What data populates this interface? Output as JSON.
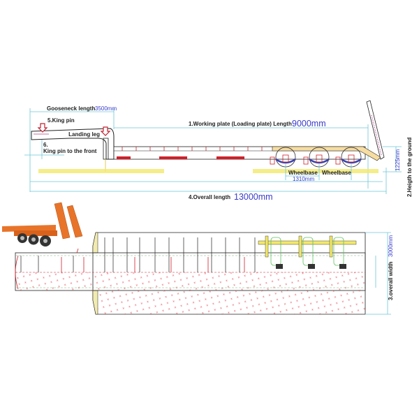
{
  "side_view": {
    "gooseneck_label": "Gooseneck length",
    "gooseneck_value": "3500mm",
    "king_pin_label": "5.King pin",
    "landing_leg_label": "Landing leg",
    "king_pin_front_num": "6.",
    "king_pin_front_label": "King pin to the front",
    "working_plate_label": "1.Working plate (Loading plate) Length",
    "working_plate_value": "9000mm",
    "wheelbase_label_1": "Wheelbase",
    "wheelbase_label_2": "Wheelbase",
    "wheelbase_value": "1310mm",
    "height_value": "1225mm",
    "height_label": "2.Heigth to the ground",
    "overall_length_label": "4.Overall length",
    "overall_length_value": "13000mm"
  },
  "top_view": {
    "width_label": "3.overall width",
    "width_value": "3000mm"
  },
  "colors": {
    "dimension": "#6cc7d8",
    "value_text": "#3a3acc",
    "accent_red": "#d0202a",
    "ground": "#f2e86a",
    "photo_orange": "#e8742a"
  }
}
